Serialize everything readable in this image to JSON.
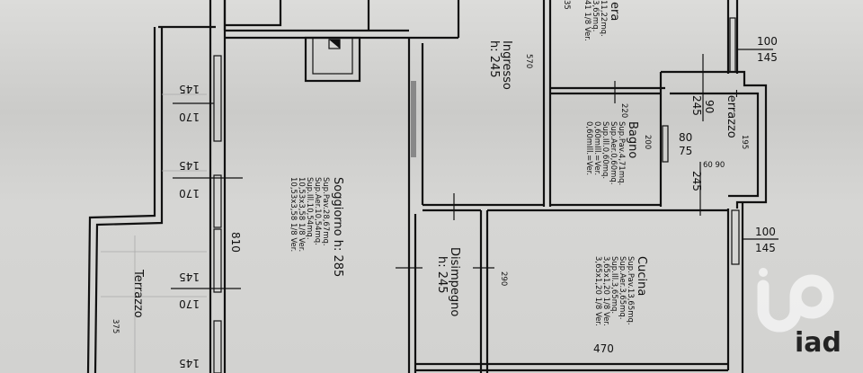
{
  "rooms": {
    "soggiorno": {
      "name": "Soggiorno h: 285",
      "lines": [
        "Sup.Pav.28,67mq.",
        "Sup.Aer.10,54mq.",
        "Sup.Ill.10,54mq.",
        "10,53x3,58  1/8  Ver.",
        "10,53x3,58  1/8  Ver."
      ]
    },
    "ingresso": {
      "name": "Ingresso",
      "height": "h: 245"
    },
    "disimpegno": {
      "name": "Disimpegno",
      "height": "h: 245"
    },
    "bagno": {
      "name": "Bagno",
      "lines": [
        "Sup.Pav.4,71mq.",
        "Sup.Aer.0,60mq.",
        "Sup.Ill.0,60mq.",
        "0,60mIll.=Ver.",
        "0,60mIll.=Ver."
      ]
    },
    "cucina": {
      "name": "Cucina",
      "lines": [
        "Sup.Pav.13,65mq.",
        "Sup.Aer.3,65mq.",
        "Sup.Ill.3,65mq.",
        "3,65x1,20  1/8  Ver.",
        "3,65x1,20  1/8  Ver."
      ]
    },
    "camera_top": {
      "name": "era",
      "lines": [
        "11,22mq.",
        "3,65mq.",
        "41  1/8  Ver."
      ]
    },
    "terrazzo_left": {
      "name": "Terrazzo"
    },
    "terrazzo_right": {
      "name": "Terrazzo"
    }
  },
  "dimensions": {
    "soggiorno_length": "810",
    "ingresso_length": "570",
    "disimpegno_length": "290",
    "cucina_width": "470",
    "bagno_width": "220",
    "bagno_length": "200",
    "terrazzo_left_width": "375",
    "terrazzo_right_length": "195",
    "top_room_dim": "35",
    "windows_left": [
      {
        "top": "145",
        "bottom": "170"
      },
      {
        "top": "145",
        "bottom": "170"
      },
      {
        "top": "145",
        "bottom": "170"
      },
      {
        "top": "145",
        "bottom": ""
      }
    ],
    "window_top_right": {
      "top": "100",
      "bottom": "145"
    },
    "window_cucina": {
      "top": "100",
      "bottom": "145"
    },
    "door_terrace_1": {
      "top": "90",
      "bottom": "245"
    },
    "door_bagno": {
      "top": "80",
      "bottom": "75"
    },
    "door_terrace_2": {
      "top": "60 90",
      "bottom": "245"
    }
  },
  "watermark": {
    "brand": "iad",
    "color": "#f2f2f2"
  }
}
